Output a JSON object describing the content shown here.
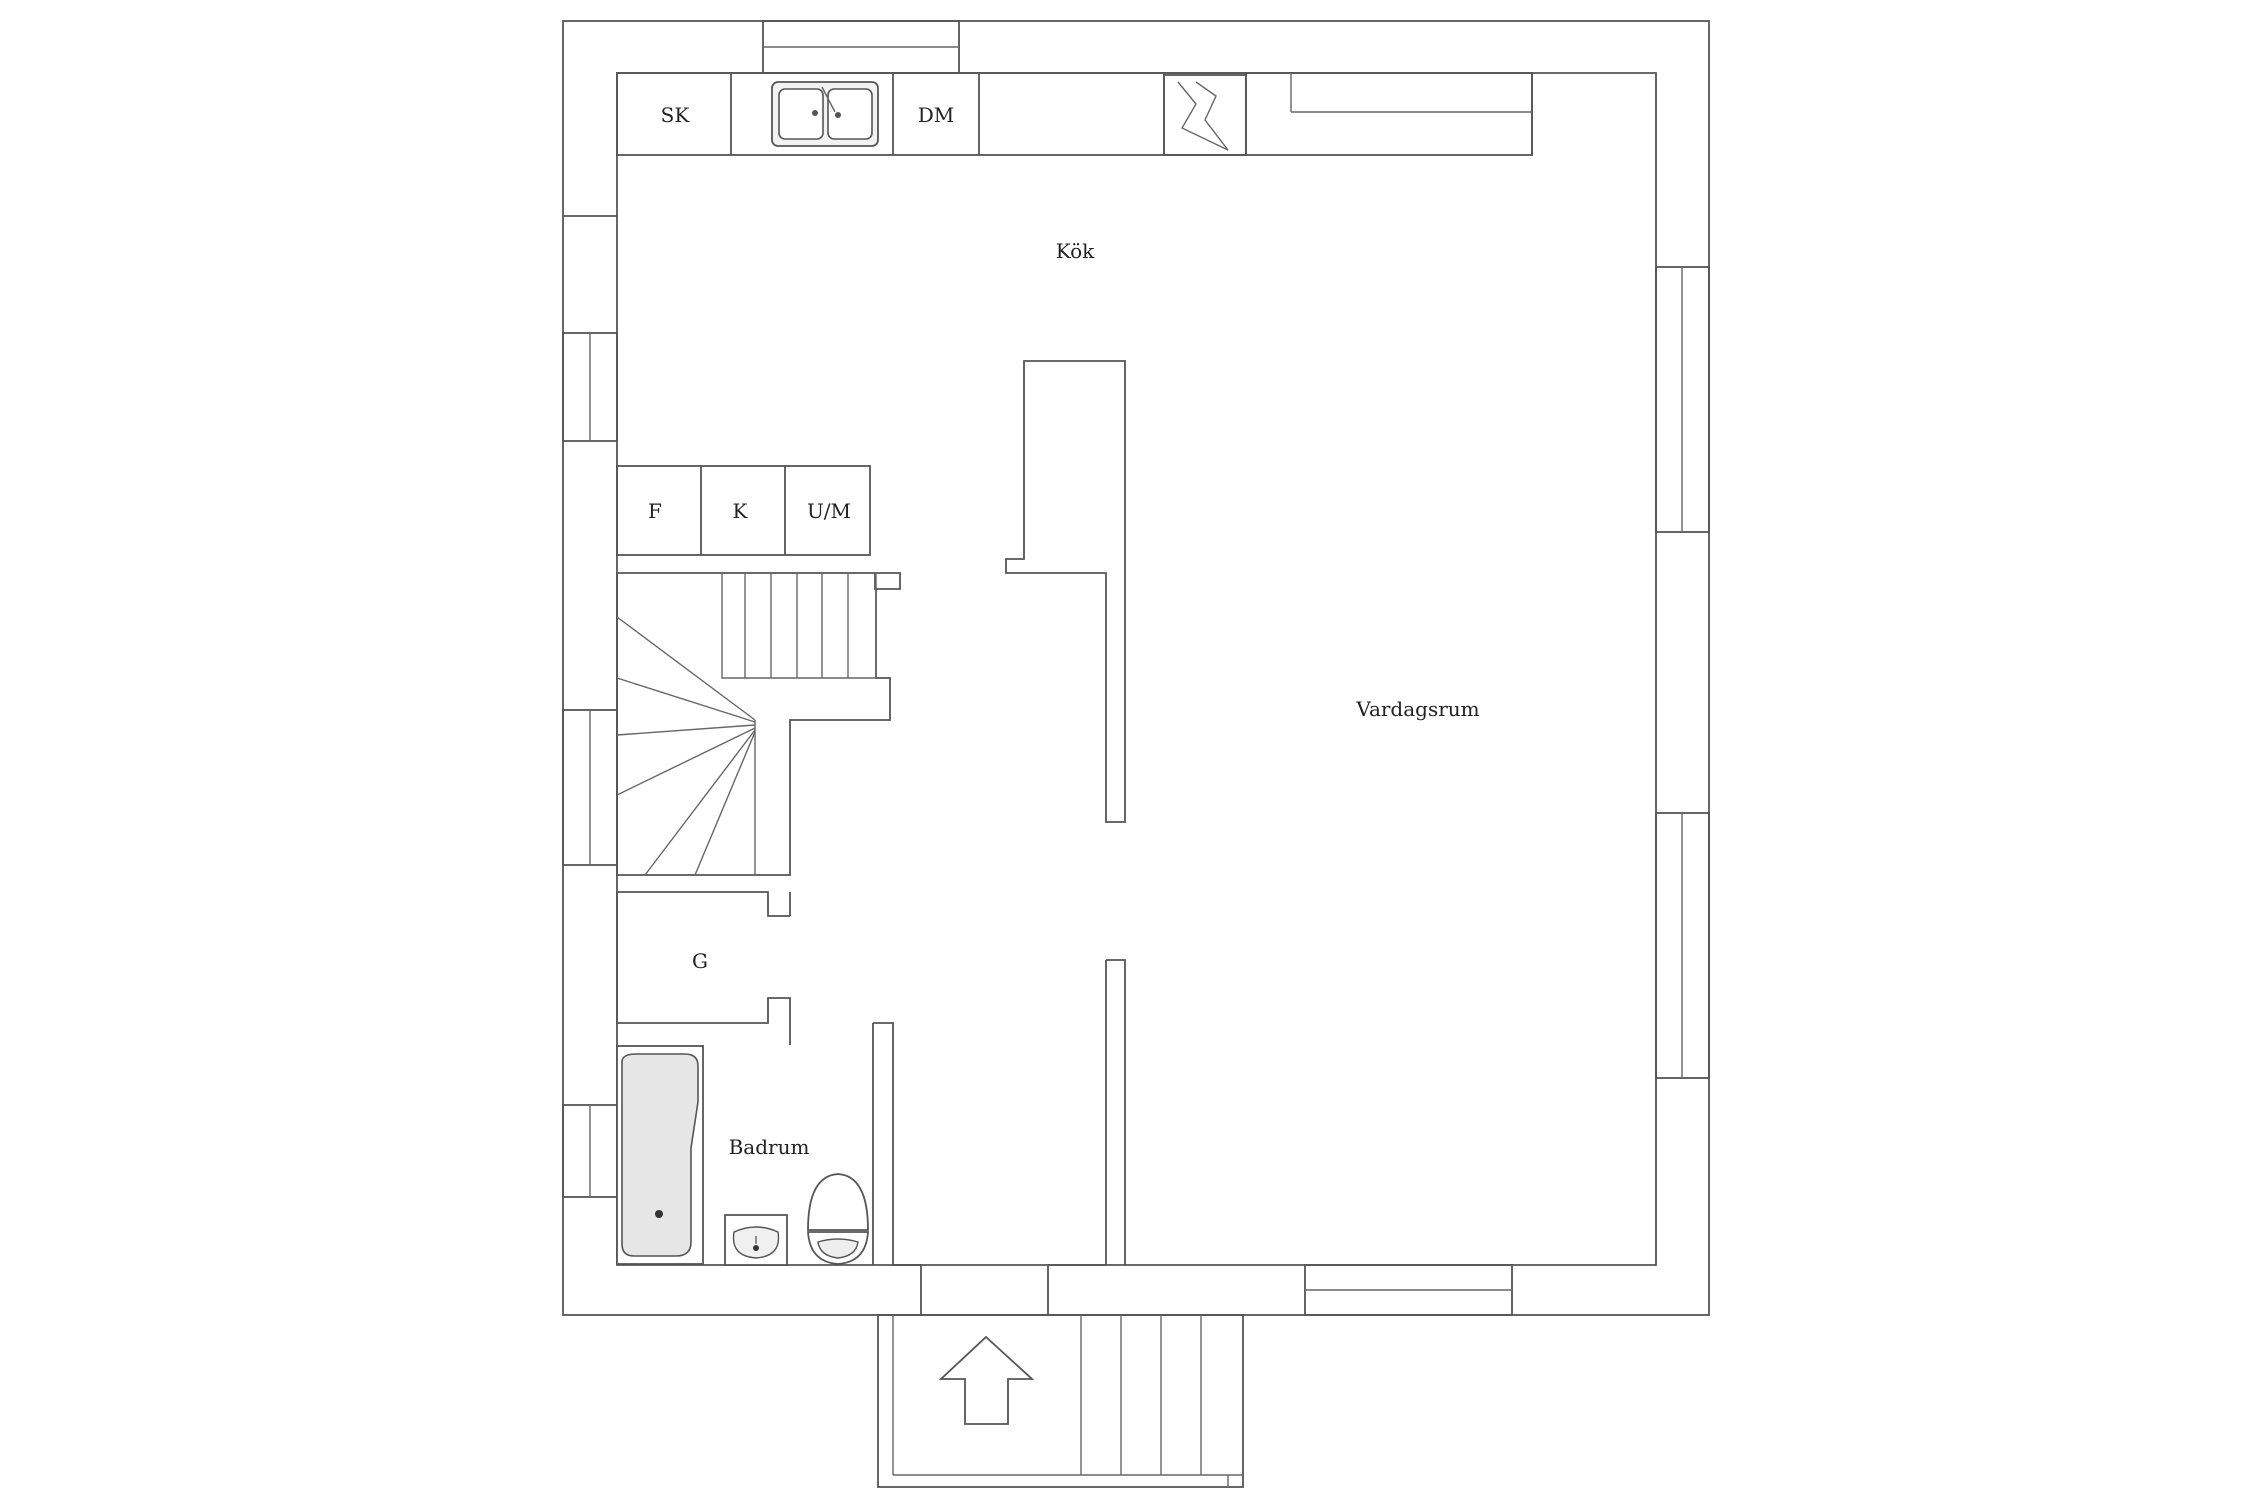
{
  "floorplan": {
    "rooms": {
      "kitchen": "Kök",
      "living_room": "Vardagsrum",
      "bathroom": "Badrum"
    },
    "fixtures": {
      "cabinet_sk": "SK",
      "dishwasher": "DM",
      "cabinet_f": "F",
      "cabinet_k": "K",
      "cabinet_um": "U/M",
      "wardrobe_g": "G"
    },
    "colors": {
      "line": "#555555",
      "background": "#ffffff",
      "fixture_fill": "#e6e6e6"
    }
  }
}
